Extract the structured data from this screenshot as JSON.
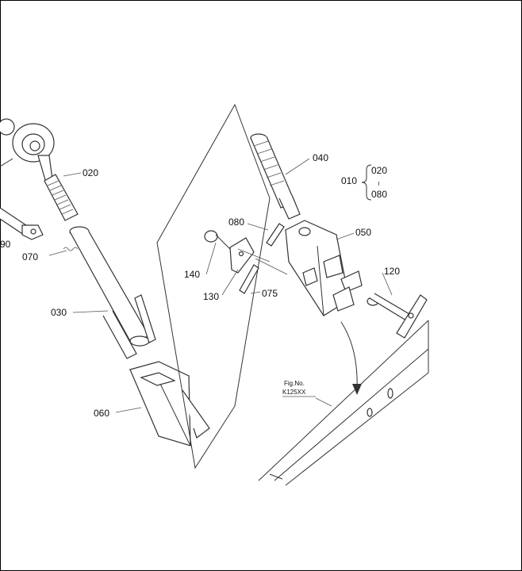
{
  "labels": {
    "p020": "020",
    "p030": "030",
    "p040": "040",
    "p050": "050",
    "p060": "060",
    "p070": "070",
    "p075": "075",
    "p080": "080",
    "p090": "90",
    "p120": "120",
    "p130": "130",
    "p140": "140",
    "group_010": "010",
    "group_020": "020",
    "group_range": "≀",
    "group_080": "080"
  },
  "figref": {
    "line1": "Fig.No.",
    "line2": "K125XX"
  },
  "colors": {
    "stroke": "#333333",
    "background": "#ffffff"
  },
  "icons": [
    "arrow-icon"
  ]
}
